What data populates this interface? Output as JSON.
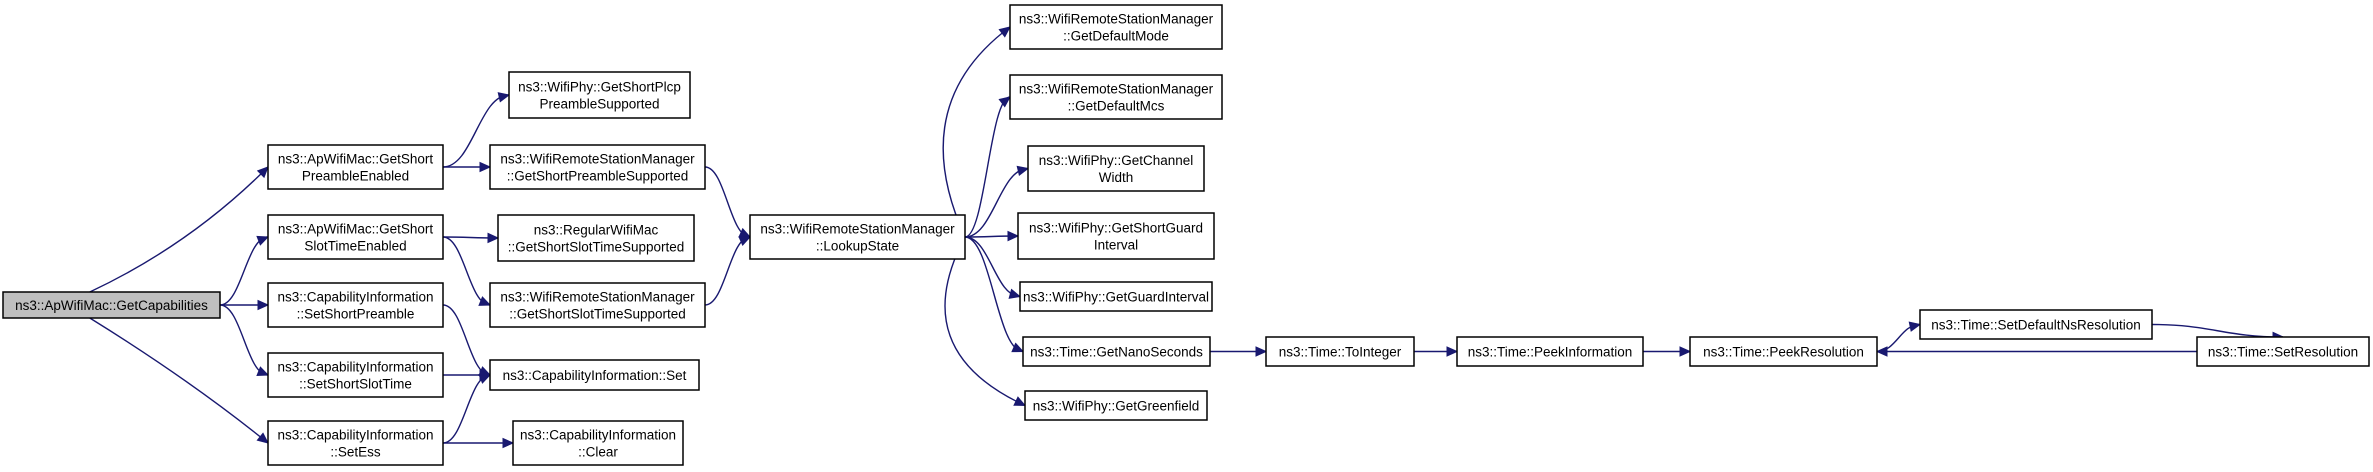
{
  "diagram": {
    "title": "",
    "nodes": [
      {
        "id": "root",
        "lines": [
          "ns3::ApWifiMac::GetCapabilities"
        ],
        "root": true
      },
      {
        "id": "apShortPre",
        "lines": [
          "ns3::ApWifiMac::GetShort",
          "PreambleEnabled"
        ]
      },
      {
        "id": "apShortSlot",
        "lines": [
          "ns3::ApWifiMac::GetShort",
          "SlotTimeEnabled"
        ]
      },
      {
        "id": "ciShortPre",
        "lines": [
          "ns3::CapabilityInformation",
          "::SetShortPreamble"
        ]
      },
      {
        "id": "ciShortSlot",
        "lines": [
          "ns3::CapabilityInformation",
          "::SetShortSlotTime"
        ]
      },
      {
        "id": "ciEss",
        "lines": [
          "ns3::CapabilityInformation",
          "::SetEss"
        ]
      },
      {
        "id": "phyPlcp",
        "lines": [
          "ns3::WifiPhy::GetShortPlcp",
          "PreambleSupported"
        ]
      },
      {
        "id": "rsmShortPre",
        "lines": [
          "ns3::WifiRemoteStationManager",
          "::GetShortPreambleSupported"
        ]
      },
      {
        "id": "regMac",
        "lines": [
          "ns3::RegularWifiMac",
          "::GetShortSlotTimeSupported"
        ]
      },
      {
        "id": "rsmShortSlot",
        "lines": [
          "ns3::WifiRemoteStationManager",
          "::GetShortSlotTimeSupported"
        ]
      },
      {
        "id": "ciSet",
        "lines": [
          "ns3::CapabilityInformation::Set"
        ]
      },
      {
        "id": "ciClear",
        "lines": [
          "ns3::CapabilityInformation",
          "::Clear"
        ]
      },
      {
        "id": "lookup",
        "lines": [
          "ns3::WifiRemoteStationManager",
          "::LookupState"
        ]
      },
      {
        "id": "defMode",
        "lines": [
          "ns3::WifiRemoteStationManager",
          "::GetDefaultMode"
        ]
      },
      {
        "id": "defMcs",
        "lines": [
          "ns3::WifiRemoteStationManager",
          "::GetDefaultMcs"
        ]
      },
      {
        "id": "chanWidth",
        "lines": [
          "ns3::WifiPhy::GetChannel",
          "Width"
        ]
      },
      {
        "id": "shortGuard",
        "lines": [
          "ns3::WifiPhy::GetShortGuard",
          "Interval"
        ]
      },
      {
        "id": "guardInt",
        "lines": [
          "ns3::WifiPhy::GetGuardInterval"
        ]
      },
      {
        "id": "nanoSec",
        "lines": [
          "ns3::Time::GetNanoSeconds"
        ]
      },
      {
        "id": "greenfield",
        "lines": [
          "ns3::WifiPhy::GetGreenfield"
        ]
      },
      {
        "id": "toInteger",
        "lines": [
          "ns3::Time::ToInteger"
        ]
      },
      {
        "id": "peekInfo",
        "lines": [
          "ns3::Time::PeekInformation"
        ]
      },
      {
        "id": "peekRes",
        "lines": [
          "ns3::Time::PeekResolution"
        ]
      },
      {
        "id": "setDefNs",
        "lines": [
          "ns3::Time::SetDefaultNsResolution"
        ]
      },
      {
        "id": "setRes",
        "lines": [
          "ns3::Time::SetResolution"
        ]
      }
    ],
    "edges": [
      {
        "from": "root",
        "to": "apShortPre"
      },
      {
        "from": "root",
        "to": "apShortSlot"
      },
      {
        "from": "root",
        "to": "ciShortPre"
      },
      {
        "from": "root",
        "to": "ciShortSlot"
      },
      {
        "from": "root",
        "to": "ciEss"
      },
      {
        "from": "apShortPre",
        "to": "phyPlcp"
      },
      {
        "from": "apShortPre",
        "to": "rsmShortPre"
      },
      {
        "from": "apShortSlot",
        "to": "regMac"
      },
      {
        "from": "apShortSlot",
        "to": "rsmShortSlot"
      },
      {
        "from": "rsmShortPre",
        "to": "lookup"
      },
      {
        "from": "rsmShortSlot",
        "to": "lookup"
      },
      {
        "from": "ciShortPre",
        "to": "ciSet"
      },
      {
        "from": "ciShortSlot",
        "to": "ciSet"
      },
      {
        "from": "ciEss",
        "to": "ciSet"
      },
      {
        "from": "ciEss",
        "to": "ciClear"
      },
      {
        "from": "lookup",
        "to": "defMode"
      },
      {
        "from": "lookup",
        "to": "defMcs"
      },
      {
        "from": "lookup",
        "to": "chanWidth"
      },
      {
        "from": "lookup",
        "to": "shortGuard"
      },
      {
        "from": "lookup",
        "to": "guardInt"
      },
      {
        "from": "lookup",
        "to": "nanoSec"
      },
      {
        "from": "lookup",
        "to": "greenfield"
      },
      {
        "from": "nanoSec",
        "to": "toInteger"
      },
      {
        "from": "toInteger",
        "to": "peekInfo"
      },
      {
        "from": "peekInfo",
        "to": "peekRes"
      },
      {
        "from": "peekRes",
        "to": "setDefNs"
      },
      {
        "from": "setDefNs",
        "to": "setRes"
      },
      {
        "from": "setRes",
        "to": "peekRes"
      }
    ]
  }
}
